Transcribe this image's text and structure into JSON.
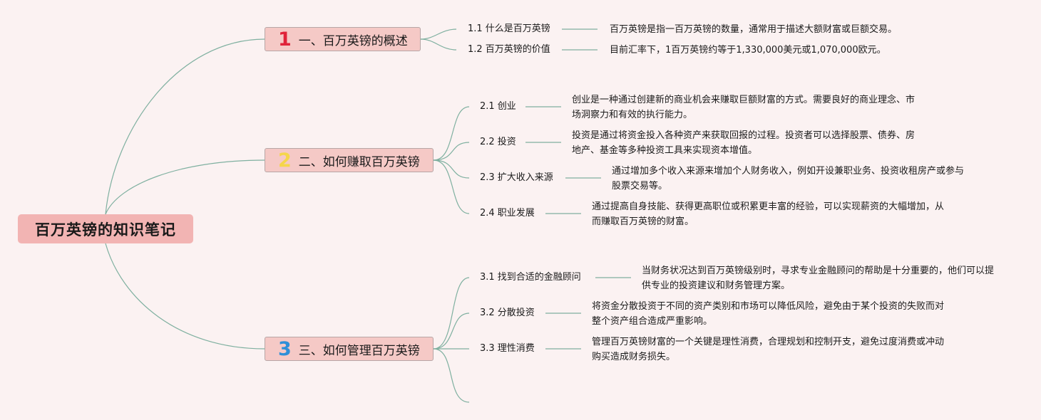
{
  "root": {
    "label": "百万英镑的知识笔记"
  },
  "branches": [
    {
      "number": "1",
      "label": "一、百万英镑的概述",
      "color": "#e0233a",
      "items": [
        {
          "label": "1.1 什么是百万英镑",
          "desc": "百万英镑是指一百万英镑的数量，通常用于描述大额财富或巨额交易。"
        },
        {
          "label": "1.2 百万英镑的价值",
          "desc": "目前汇率下，1百万英镑约等于1,330,000美元或1,070,000欧元。"
        }
      ]
    },
    {
      "number": "2",
      "label": "二、如何赚取百万英镑",
      "color": "#f5d64a",
      "items": [
        {
          "label": "2.1 创业",
          "desc": "创业是一种通过创建新的商业机会来赚取巨额财富的方式。需要良好的商业理念、市场洞察力和有效的执行能力。"
        },
        {
          "label": "2.2 投资",
          "desc": "投资是通过将资金投入各种资产来获取回报的过程。投资者可以选择股票、债券、房地产、基金等多种投资工具来实现资本增值。"
        },
        {
          "label": "2.3 扩大收入来源",
          "desc": "通过增加多个收入来源来增加个人财务收入，例如开设兼职业务、投资收租房产或参与股票交易等。"
        },
        {
          "label": "2.4 职业发展",
          "desc": "通过提高自身技能、获得更高职位或积累更丰富的经验，可以实现薪资的大幅增加，从而赚取百万英镑的财富。"
        }
      ]
    },
    {
      "number": "3",
      "label": "三、如何管理百万英镑",
      "color": "#2f8fd8",
      "items": [
        {
          "label": "3.1 找到合适的金融顾问",
          "desc": "当财务状况达到百万英镑级别时，寻求专业金融顾问的帮助是十分重要的，他们可以提供专业的投资建议和财务管理方案。"
        },
        {
          "label": "3.2 分散投资",
          "desc": "将资金分散投资于不同的资产类别和市场可以降低风险，避免由于某个投资的失败而对整个资产组合造成严重影响。"
        },
        {
          "label": "3.3 理性消费",
          "desc": "管理百万英镑财富的一个关键是理性消费，合理规划和控制开支，避免过度消费或冲动购买造成财务损失。"
        }
      ]
    }
  ],
  "colors": {
    "link": "#7fb0a0",
    "root_bg": "#f2b4b3",
    "branch_bg": "#f5c9c6",
    "canvas_bg": "#fbf2f2"
  }
}
